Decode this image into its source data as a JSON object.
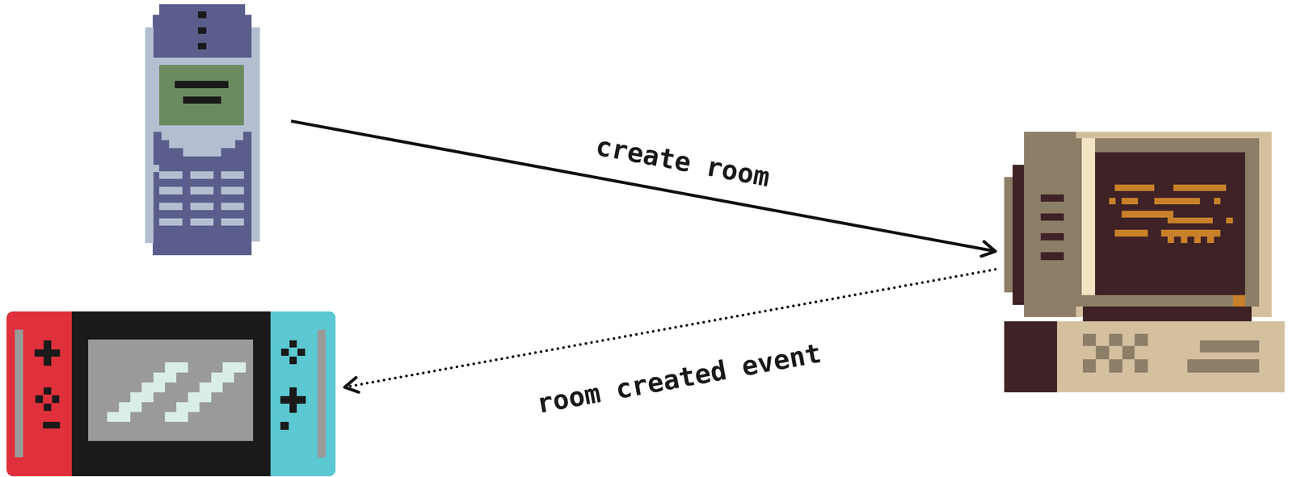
{
  "diagram": {
    "nodes": [
      {
        "text": []
      },
      {
        "text": []
      },
      {
        "text": []
      }
    ],
    "edges": [
      {
        "from": 0,
        "to": 1,
        "label": "create room",
        "arrow": "to"
      },
      {
        "from": 1,
        "to": 2,
        "label": "room created event",
        "arrow": "to"
      }
    ]
  }
}
